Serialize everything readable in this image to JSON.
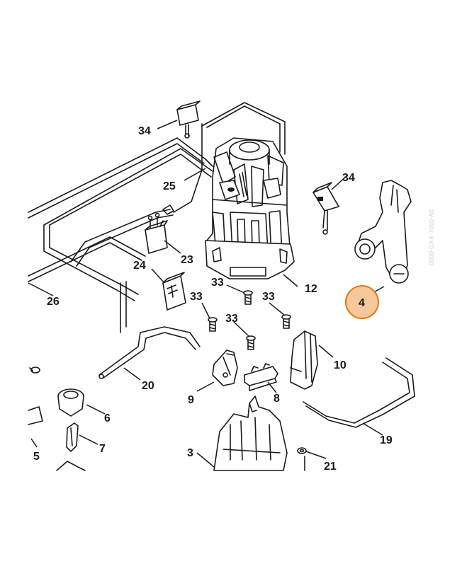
{
  "labels": {
    "p34a": "34",
    "p34b": "34",
    "p25": "25",
    "p23": "23",
    "p24": "24",
    "p26": "26",
    "p33a": "33",
    "p33b": "33",
    "p33c": "33",
    "p33d": "33",
    "p12": "12",
    "p4": "4",
    "p10": "10",
    "p20": "20",
    "p9": "9",
    "p8": "8",
    "p6": "6",
    "p7": "7",
    "p5": "5",
    "p3": "3",
    "p21": "21",
    "p19": "19"
  },
  "watermark": "0000-GXX-7060-A0",
  "colors": {
    "highlight_fill": "#f7c89a",
    "highlight_stroke": "#e07a1f",
    "line": "#1a1a1a"
  }
}
